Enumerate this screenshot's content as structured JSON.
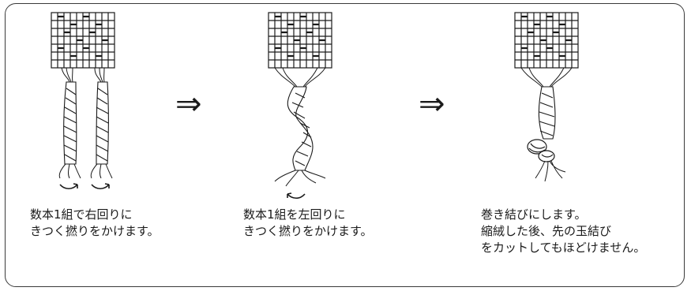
{
  "arrow_symbol": "⇒",
  "steps": [
    {
      "caption": "数本1組で右回りに\nきつく撚りをかけます。",
      "illustration": "two-strands-twisted-right"
    },
    {
      "caption": "数本1組を左回りに\nきつく撚りをかけます。",
      "illustration": "strands-twisted-left-together"
    },
    {
      "caption": "巻き結びにします。\n縮絨した後、先の玉結び\nをカットしてもほどけません。",
      "illustration": "wrap-knot-finished"
    }
  ]
}
